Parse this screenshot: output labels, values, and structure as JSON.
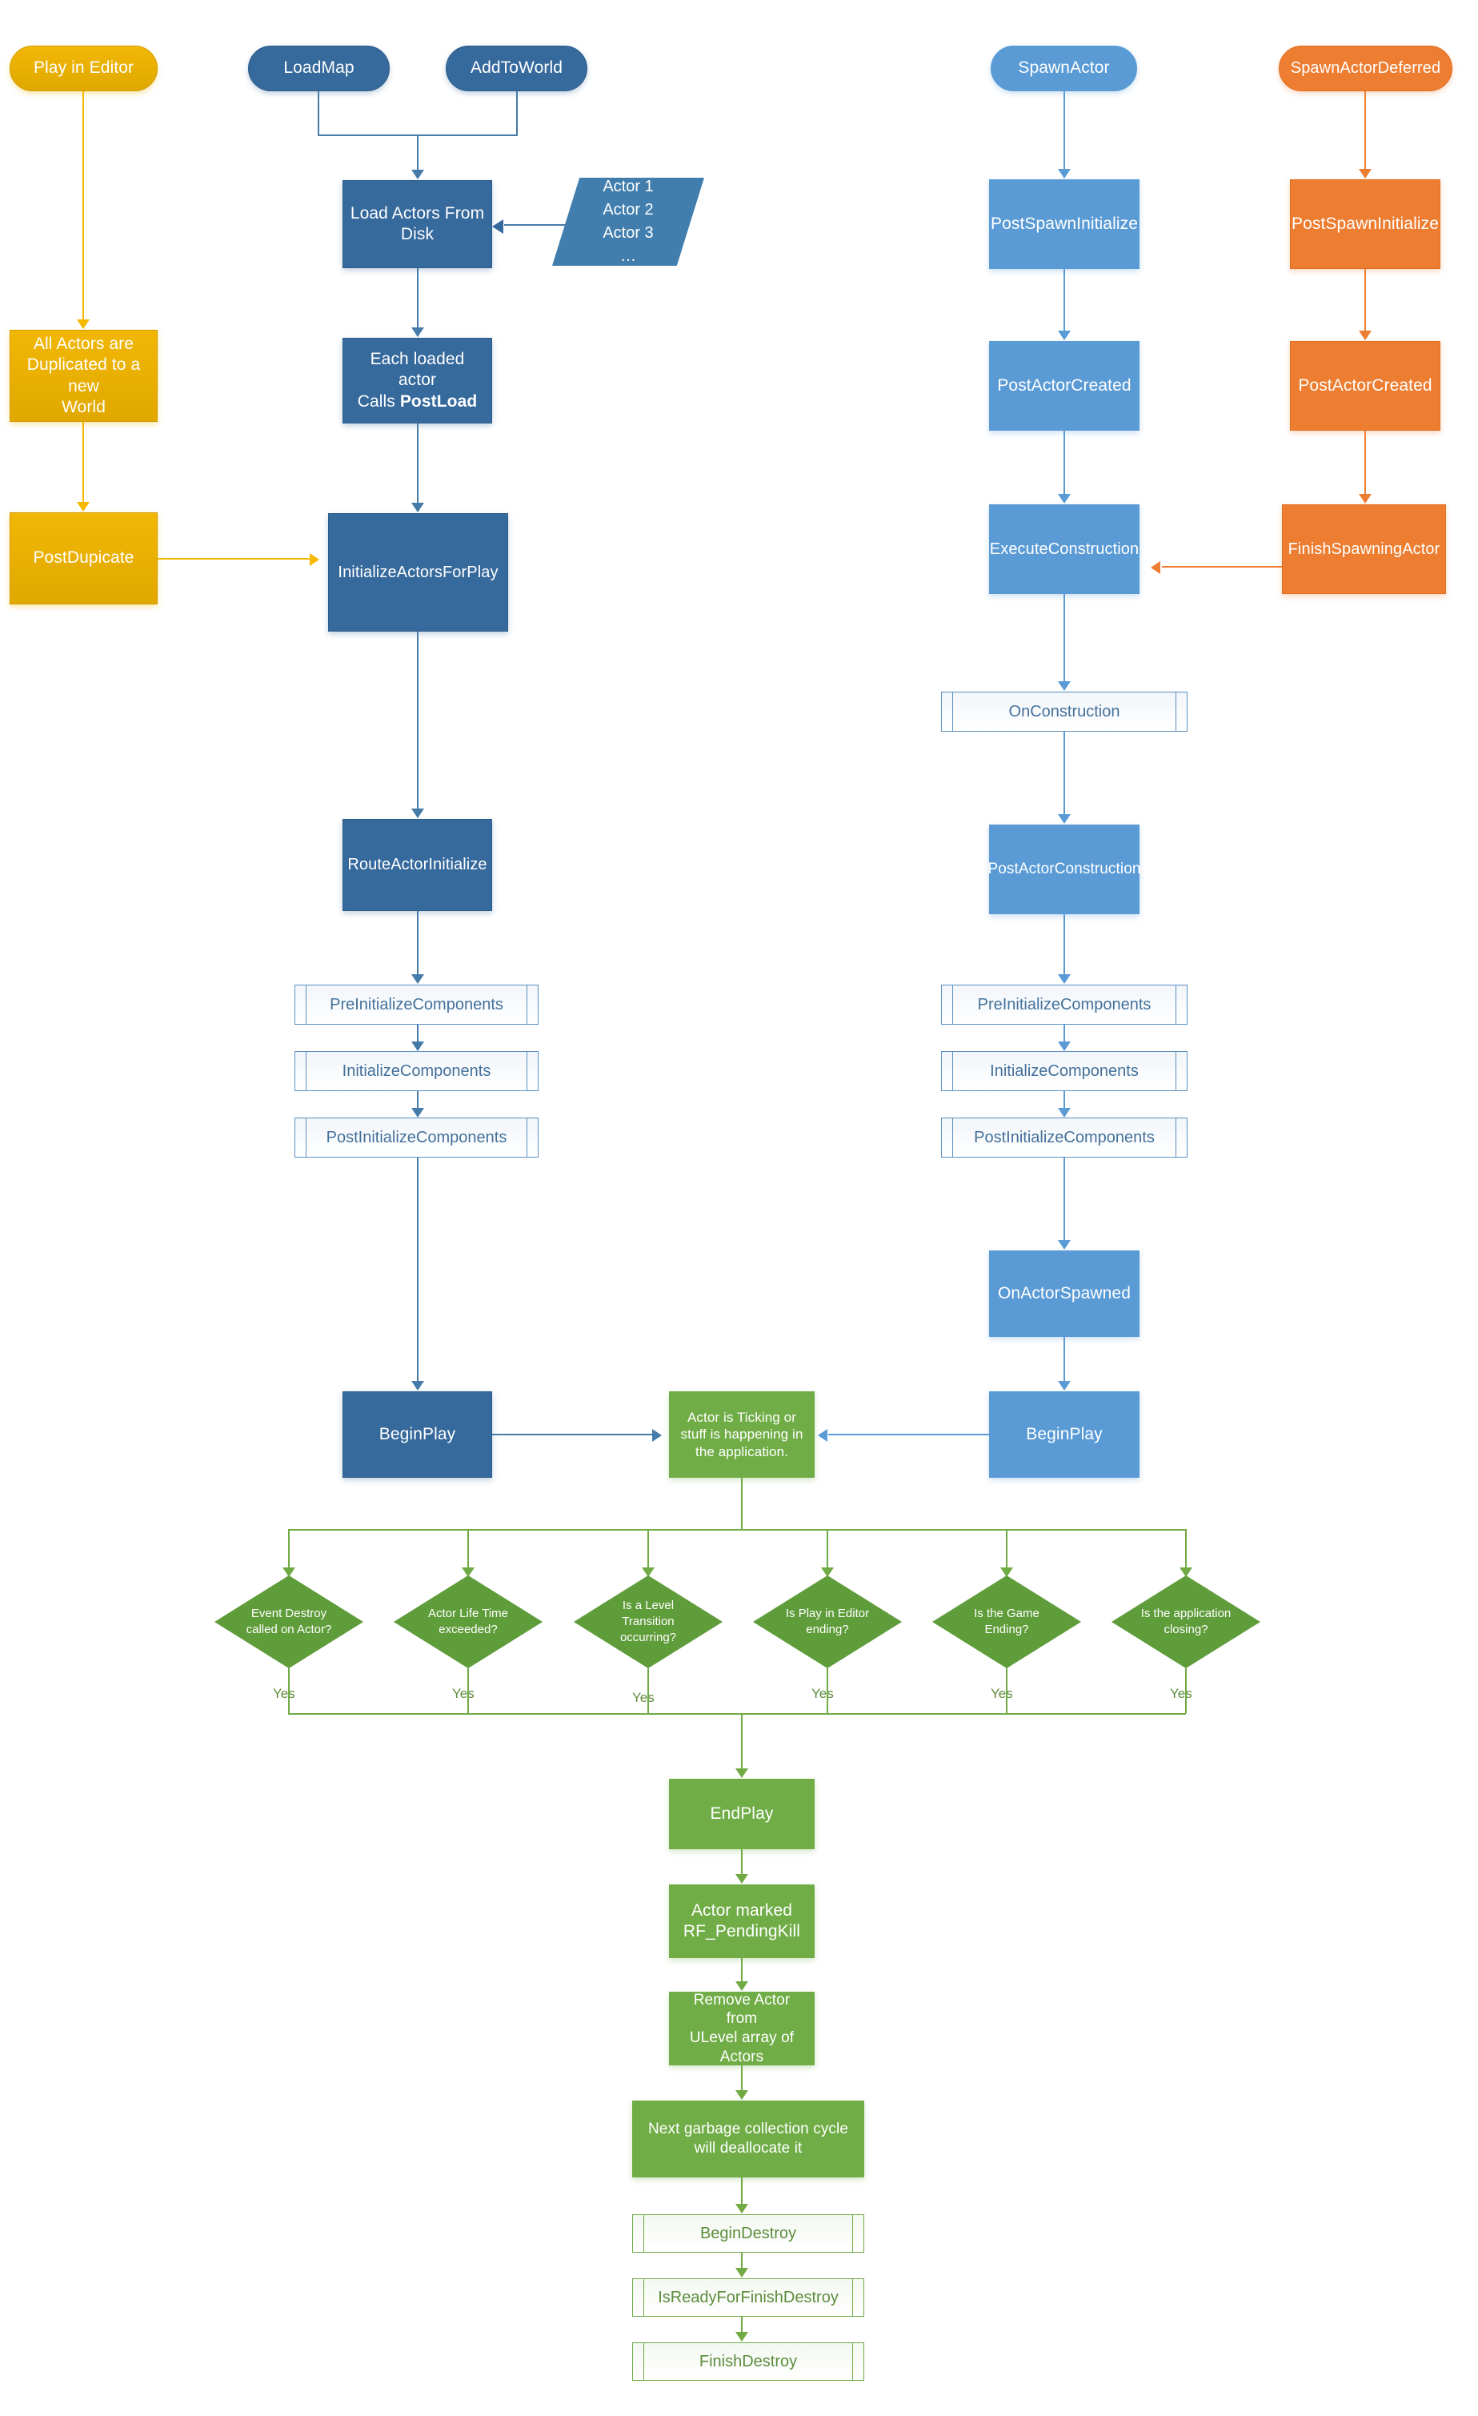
{
  "diagram": {
    "title": "Unreal Engine Actor Lifecycle Flowchart",
    "colors": {
      "yellow": "#e0a800",
      "dark_blue": "#36699c",
      "blue": "#5b9bd5",
      "orange": "#ed7d31",
      "green": "#70ad47",
      "dark_green": "#5f9c3a"
    }
  },
  "columns": {
    "play_in_editor": {
      "start": "Play in Editor",
      "duplicate": "All Actors are\nDuplicated to a new\nWorld",
      "post_duplicate": "PostDupicate"
    },
    "load_map": {
      "start_loadmap": "LoadMap",
      "start_addtoworld": "AddToWorld",
      "load_actors": "Load Actors From\nDisk",
      "actor_list": "Actor 1\nActor 2\nActor 3\n…",
      "post_load_prefix": "Each loaded actor\nCalls ",
      "post_load_bold": "PostLoad",
      "initialize_actors_for_play": "InitializeActorsForPlay",
      "route_actor_initialize": "RouteActorInitialize",
      "pre_initialize_components": "PreInitializeComponents",
      "initialize_components": "InitializeComponents",
      "post_initialize_components": "PostInitializeComponents",
      "begin_play": "BeginPlay"
    },
    "spawn_actor": {
      "start": "SpawnActor",
      "post_spawn_initialize": "PostSpawnInitialize",
      "post_actor_created": "PostActorCreated",
      "execute_construction": "ExecuteConstruction",
      "on_construction": "OnConstruction",
      "post_actor_construction": "PostActorConstruction",
      "pre_initialize_components": "PreInitializeComponents",
      "initialize_components": "InitializeComponents",
      "post_initialize_components": "PostInitializeComponents",
      "on_actor_spawned": "OnActorSpawned",
      "begin_play": "BeginPlay"
    },
    "spawn_actor_deferred": {
      "start": "SpawnActorDeferred",
      "post_spawn_initialize": "PostSpawnInitialize",
      "post_actor_created": "PostActorCreated",
      "finish_spawning_actor": "FinishSpawningActor"
    }
  },
  "runtime": {
    "ticking": "Actor is Ticking or\nstuff is happening in\nthe application."
  },
  "decisions": [
    {
      "label": "Event Destroy\ncalled on Actor?",
      "yes": "Yes"
    },
    {
      "label": "Actor Life Time\nexceeded?",
      "yes": "Yes"
    },
    {
      "label": "Is a Level\nTransition\noccurring?",
      "yes": "Yes"
    },
    {
      "label": "Is Play in Editor\nending?",
      "yes": "Yes"
    },
    {
      "label": "Is the Game\nEnding?",
      "yes": "Yes"
    },
    {
      "label": "Is the application\nclosing?",
      "yes": "Yes"
    }
  ],
  "destruction": {
    "end_play": "EndPlay",
    "pending_kill": "Actor marked\nRF_PendingKill",
    "remove_from_ulevel": "Remove Actor from\nULevel array of\nActors",
    "garbage_collection": "Next garbage collection cycle\nwill deallocate it",
    "begin_destroy": "BeginDestroy",
    "is_ready_for_finish_destroy": "IsReadyForFinishDestroy",
    "finish_destroy": "FinishDestroy"
  }
}
